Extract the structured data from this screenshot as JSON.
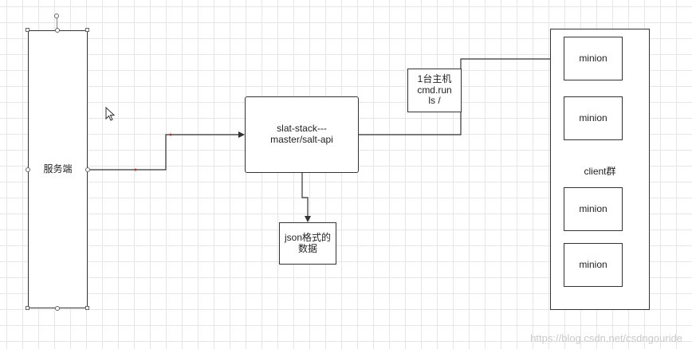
{
  "server": {
    "label": "服务端"
  },
  "api_box": {
    "line1": "slat-stack---",
    "line2": "master/salt-api"
  },
  "json_box": {
    "line1": "json格式的",
    "line2": "数据"
  },
  "command_box": {
    "line1": "1台主机",
    "line2": "cmd.run",
    "line3": "ls /"
  },
  "client_group": {
    "label": "client群",
    "minions": [
      "minion",
      "minion",
      "minion",
      "minion"
    ]
  },
  "watermark": "https://blog.csdn.net/csdngouride"
}
